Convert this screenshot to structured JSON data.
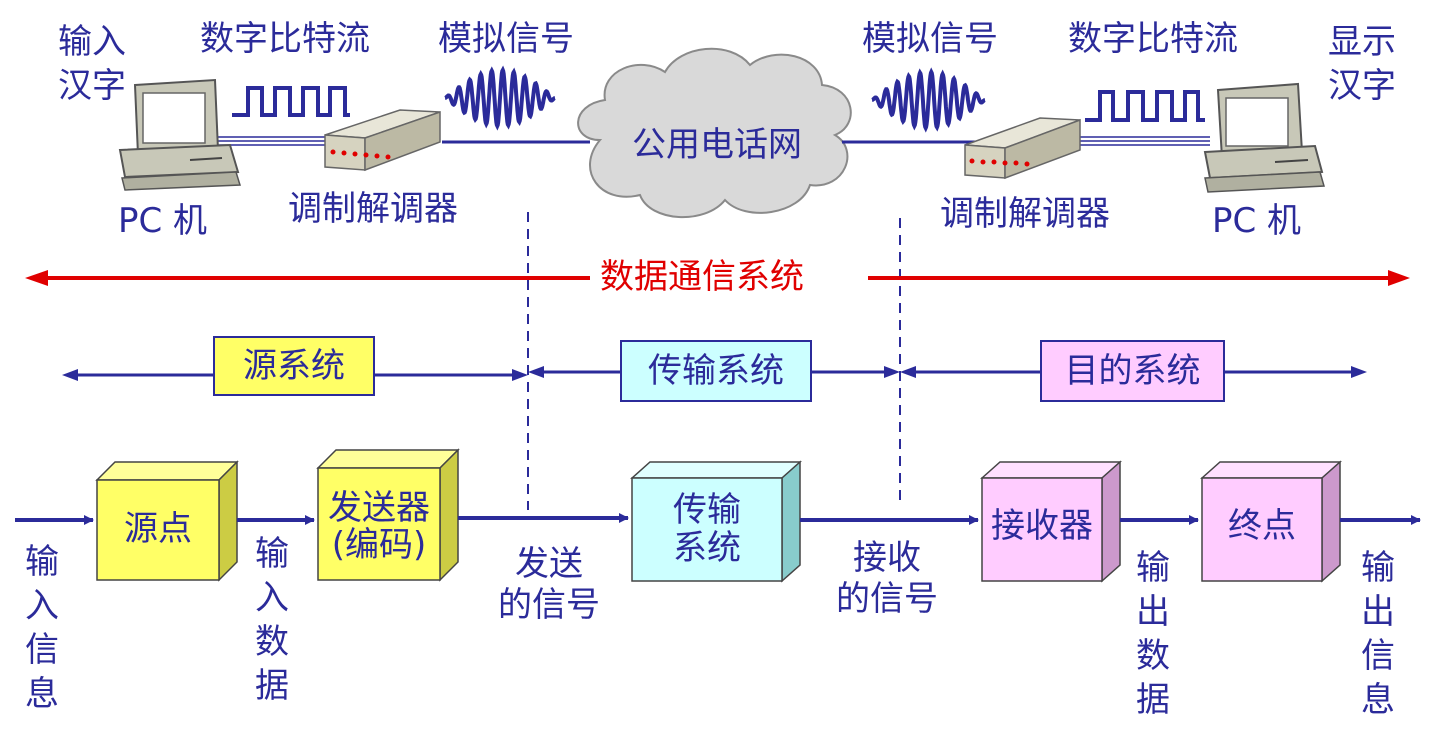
{
  "top": {
    "input_chinese": [
      "输入",
      "汉字"
    ],
    "digital_bitstream_left": "数字比特流",
    "analog_signal_left": "模拟信号",
    "analog_signal_right": "模拟信号",
    "digital_bitstream_right": "数字比特流",
    "display_chinese": [
      "显示",
      "汉字"
    ],
    "pc_left": "PC 机",
    "pc_right": "PC 机",
    "modem_left": "调制解调器",
    "modem_right": "调制解调器",
    "network": "公用电话网"
  },
  "system_label": "数据通信系统",
  "sections": {
    "source": "源系统",
    "transmission": "传输系统",
    "destination": "目的系统"
  },
  "blocks": {
    "source_point": "源点",
    "transmitter": [
      "发送器",
      "(编码)"
    ],
    "transmission": [
      "传输",
      "系统"
    ],
    "receiver": "接收器",
    "destination_point": "终点"
  },
  "flow_labels": {
    "input_info": [
      "输",
      "入",
      "信",
      "息"
    ],
    "input_data": [
      "输",
      "入",
      "数",
      "据"
    ],
    "sent_signal": [
      "发送",
      "的信号"
    ],
    "received_signal": [
      "接收",
      "的信号"
    ],
    "output_data": [
      "输",
      "出",
      "数",
      "据"
    ],
    "output_info": [
      "输",
      "出",
      "信",
      "息"
    ]
  },
  "colors": {
    "text": "#2b2b9a",
    "line": "#2b2b9a",
    "red": "#e00000",
    "source_fill": "#ffff66",
    "transmission_fill": "#ccffff",
    "destination_fill": "#ffccff"
  }
}
